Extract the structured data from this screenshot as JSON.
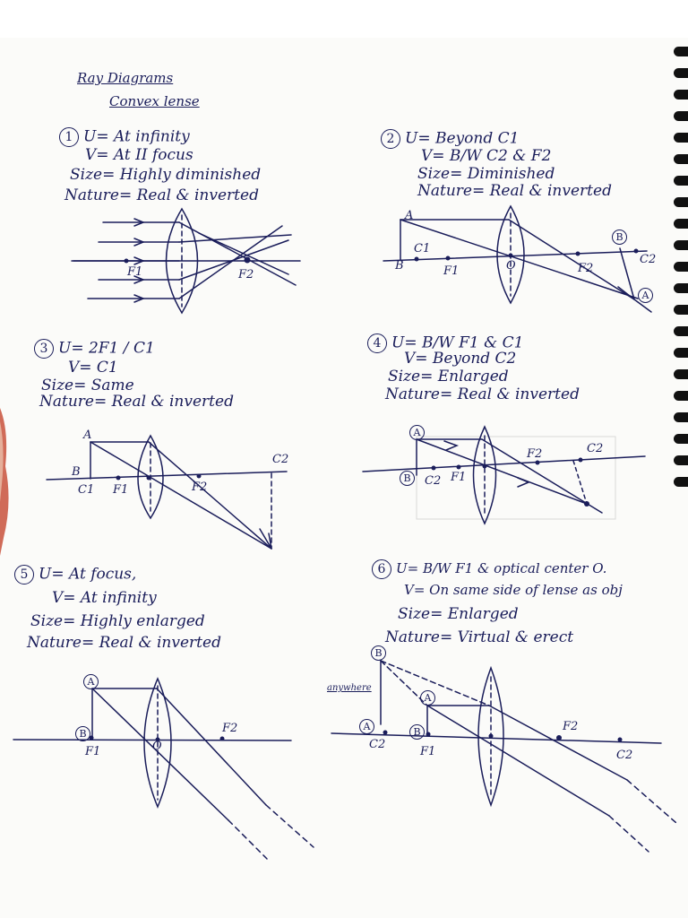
{
  "header": {
    "title": "Ray Diagrams",
    "subtitle": "Convex lense"
  },
  "cases": [
    {
      "number": "1",
      "u": "U= At infinity",
      "v": "V= At II focus",
      "size": "Size= Highly diminished",
      "nature": "Nature= Real & inverted",
      "labels": {
        "f1": "F1",
        "f2": "F2"
      }
    },
    {
      "number": "2",
      "u": "U= Beyond C1",
      "v": "V= B/W C2 & F2",
      "size": "Size= Diminished",
      "nature": "Nature= Real & inverted",
      "labels": {
        "a": "A",
        "b": "B",
        "c1": "C1",
        "f1": "F1",
        "o": "O",
        "f2": "F2",
        "c2": "C2",
        "img_top": "B",
        "img_bottom": "A"
      }
    },
    {
      "number": "3",
      "u": "U= 2F1 / C1",
      "v": "V= C1",
      "size": "Size= Same",
      "nature": "Nature= Real & inverted",
      "labels": {
        "a": "A",
        "b": "B",
        "c1": "C1",
        "f1": "F1",
        "f2": "F2",
        "c2": "C2"
      }
    },
    {
      "number": "4",
      "u": "U= B/W F1 & C1",
      "v": "V= Beyond C2",
      "size": "Size= Enlarged",
      "nature": "Nature= Real & inverted",
      "labels": {
        "a": "A",
        "b": "B",
        "c2_left": "C2",
        "f1": "F1",
        "f2": "F2",
        "c2": "C2"
      }
    },
    {
      "number": "5",
      "u": "U= At focus,",
      "v": "V= At infinity",
      "size": "Size= Highly enlarged",
      "nature": "Nature= Real & inverted",
      "labels": {
        "a": "A",
        "b": "B",
        "f1": "F1",
        "o": "O",
        "f2": "F2"
      }
    },
    {
      "number": "6",
      "u": "U= B/W F1 & optical center O.",
      "v": "V= On same side of lense as obj",
      "size": "Size= Enlarged",
      "nature": "Nature= Virtual & erect",
      "labels": {
        "img_top": "B",
        "anywhere": "anywhere",
        "img_base": "A",
        "c2_left": "C2",
        "obj_a": "A",
        "obj_b": "B",
        "f1": "F1",
        "f2": "F2",
        "c2": "C2"
      }
    }
  ],
  "colors": {
    "ink": "#1a1d5a",
    "paper": "#fbfbf9",
    "binder": "#111111"
  }
}
